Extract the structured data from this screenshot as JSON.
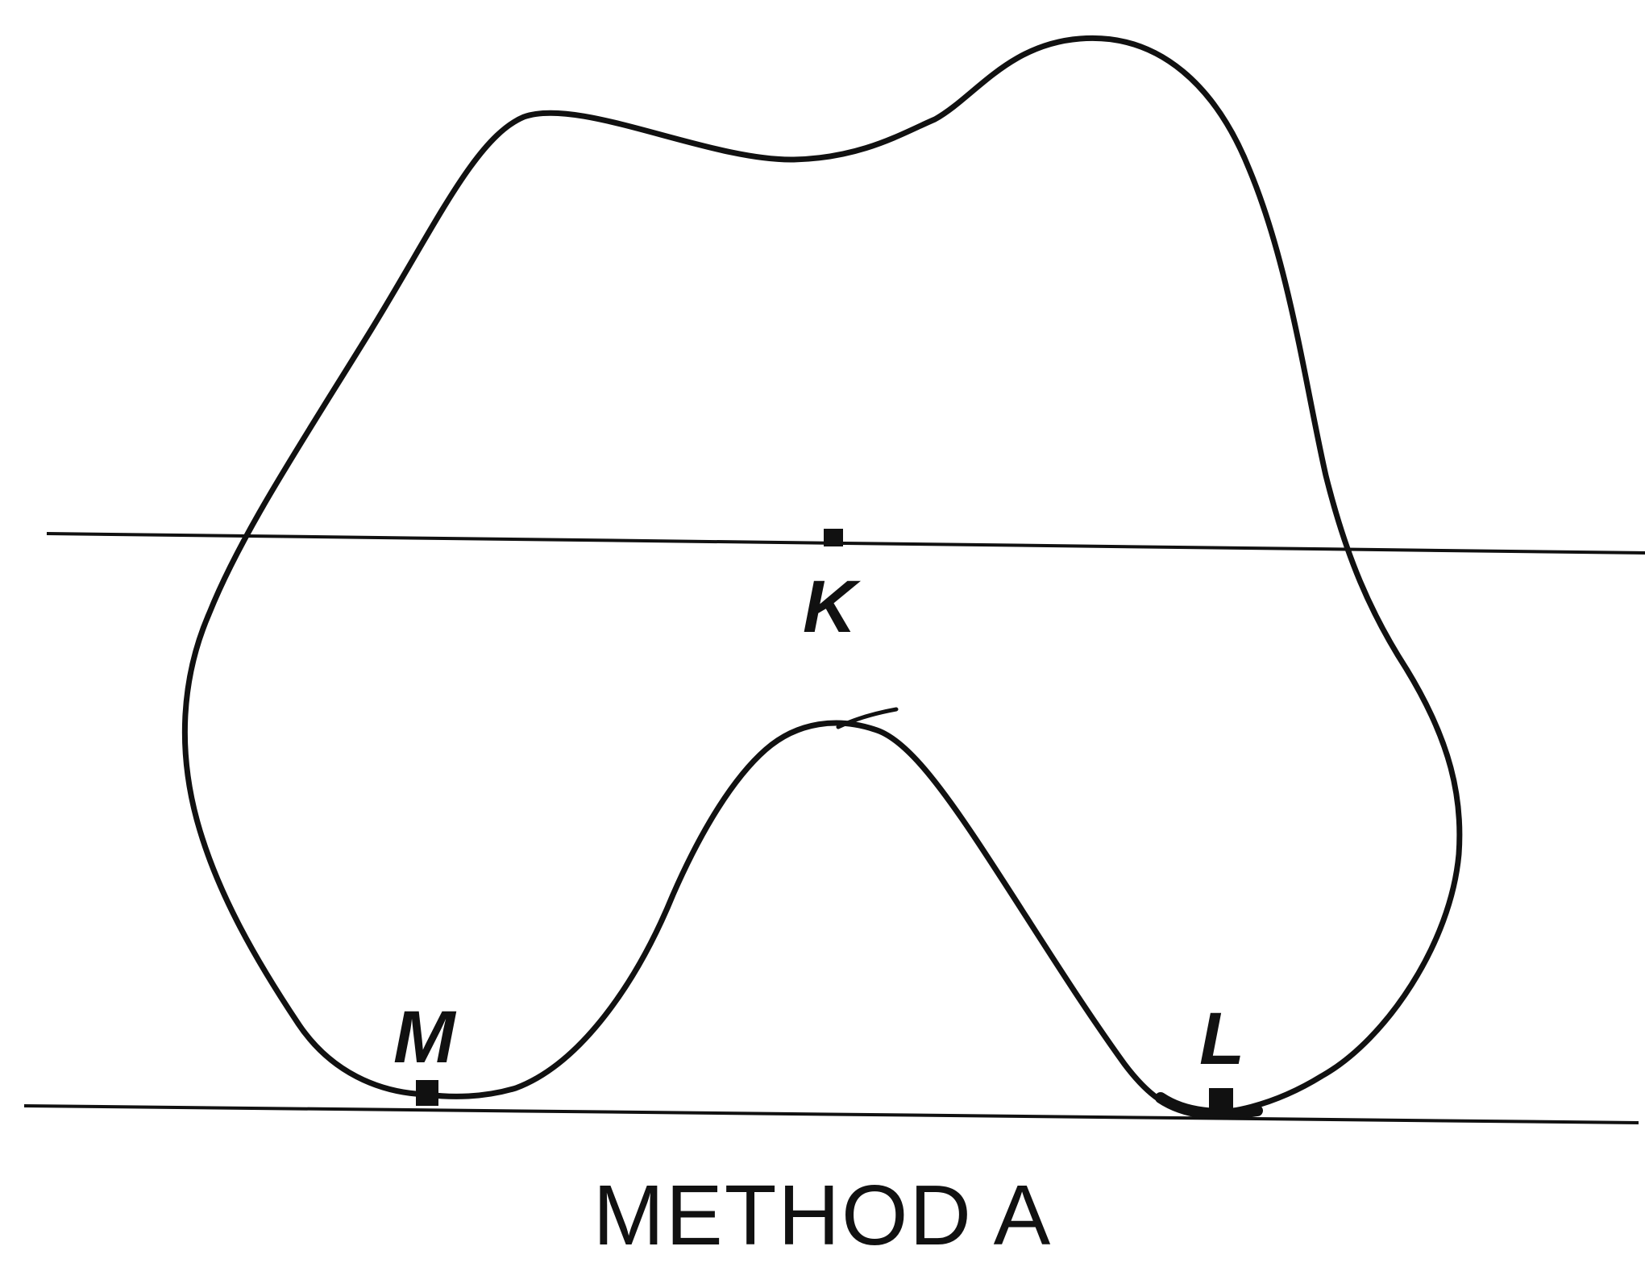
{
  "labels": {
    "k": "K",
    "m": "M",
    "l": "L"
  },
  "caption": "METHOD A",
  "colors": {
    "ink": "#111111",
    "background": "#ffffff"
  }
}
